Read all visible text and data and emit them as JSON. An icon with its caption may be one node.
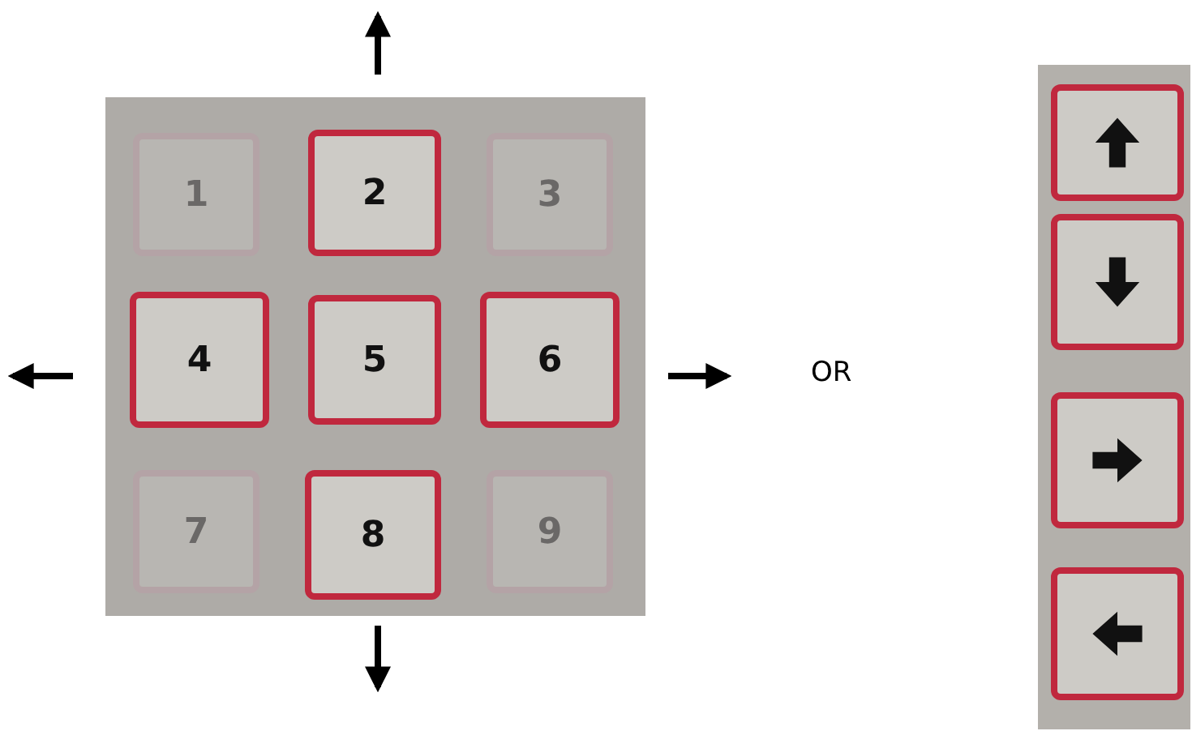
{
  "diagram": {
    "nodes": [
      {
        "text": [
          "1"
        ]
      },
      {
        "text": [
          "2"
        ]
      },
      {
        "text": [
          "3"
        ]
      },
      {
        "text": [
          "4"
        ]
      },
      {
        "text": [
          "5"
        ]
      },
      {
        "text": [
          "6"
        ]
      },
      {
        "text": [
          "7"
        ]
      },
      {
        "text": [
          "8"
        ]
      },
      {
        "text": [
          "9"
        ]
      },
      {
        "text": [],
        "shape": "box"
      },
      {
        "text": [],
        "shape": "box"
      },
      {
        "text": [],
        "shape": "box"
      },
      {
        "text": [],
        "shape": "box"
      }
    ],
    "edges": [],
    "labels": [
      "OR"
    ]
  }
}
